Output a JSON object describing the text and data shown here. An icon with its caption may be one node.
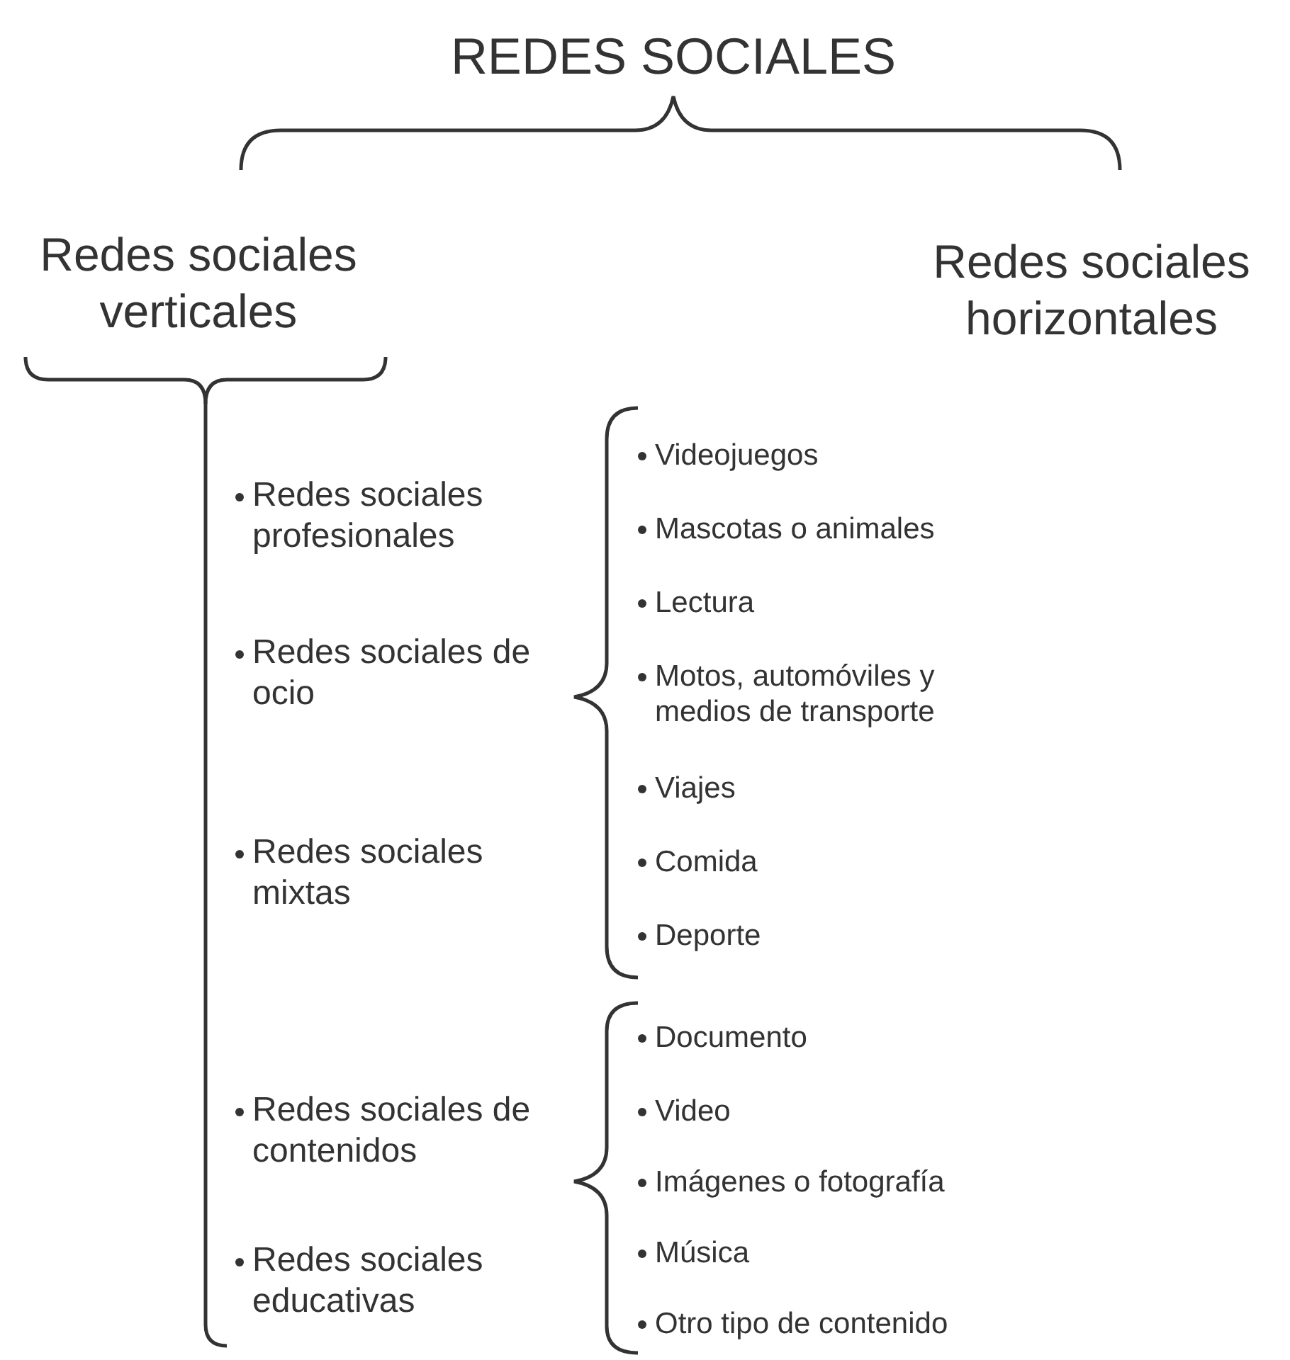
{
  "diagram": {
    "title": "REDES SOCIALES",
    "labels": [
      "Redes sociales verticales",
      "Redes sociales horizontales",
      "Redes sociales profesionales",
      "Redes sociales de ocio",
      "Redes sociales mixtas",
      "Redes sociales de contenidos",
      "Redes sociales educativas",
      "Videojuegos",
      "Mascotas o animales",
      "Lectura",
      "Motos, automóviles y medios de transporte",
      "Viajes",
      "Comida",
      "Deporte",
      "Documento",
      "Video",
      "Imágenes o fotografía",
      "Música",
      "Otro tipo de contenido"
    ]
  }
}
